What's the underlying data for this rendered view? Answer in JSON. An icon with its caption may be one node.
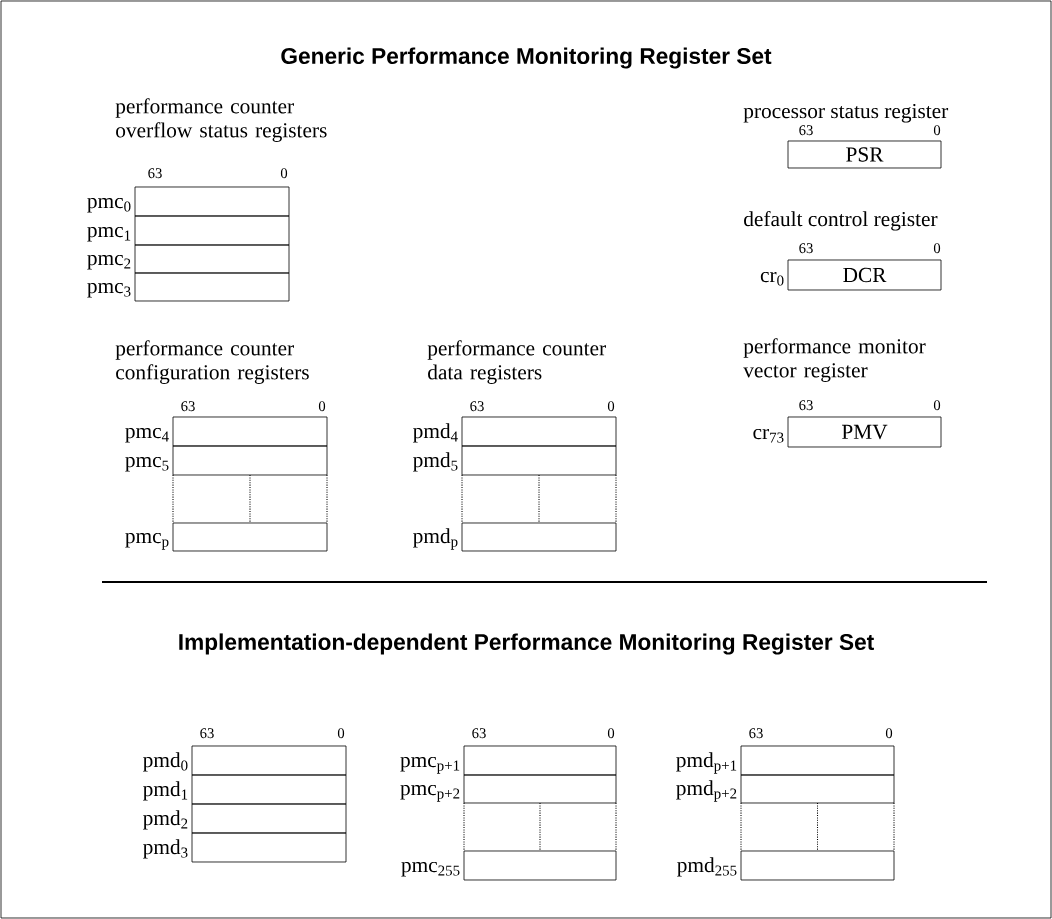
{
  "diagram": {
    "title": "Generic Performance Monitoring Register Set",
    "nodes": [
      {
        "text": [],
        "shape": "box",
        "beside": [
          "pmc$_{0}$"
        ]
      },
      {
        "text": [],
        "shape": "box",
        "beside": [
          "pmc$_{1}$"
        ]
      },
      {
        "text": [],
        "shape": "box",
        "beside": [
          "pmc$_{2}$"
        ]
      },
      {
        "text": [],
        "shape": "box",
        "beside": [
          "pmc$_{3}$"
        ]
      },
      {
        "text": [
          "PSR"
        ]
      },
      {
        "text": [
          "DCR"
        ],
        "beside": [
          "cr$_{0}$"
        ]
      },
      {
        "text": [],
        "shape": "box",
        "beside": [
          "pmc$_{4}$"
        ]
      },
      {
        "text": [],
        "shape": "box",
        "beside": [
          "pmc$_{5}$"
        ]
      },
      {
        "text": [],
        "shape": "box",
        "beside": [
          "pmc$_{p}$"
        ]
      },
      {
        "text": [],
        "shape": "box",
        "beside": [
          "pmd$_{4}$"
        ]
      },
      {
        "text": [],
        "shape": "box",
        "beside": [
          "pmd$_{5}$"
        ]
      },
      {
        "text": [],
        "shape": "box",
        "beside": [
          "pmd$_{p}$"
        ]
      },
      {
        "text": [
          "PMV"
        ],
        "beside": [
          "cr$_{73}$"
        ]
      },
      {
        "text": [],
        "shape": "box",
        "beside": [
          "pmd$_{0}$"
        ]
      },
      {
        "text": [],
        "shape": "box",
        "beside": [
          "pmd$_{1}$"
        ]
      },
      {
        "text": [],
        "shape": "box",
        "beside": [
          "pmd$_{2}$"
        ]
      },
      {
        "text": [],
        "shape": "box",
        "beside": [
          "pmd$_{3}$"
        ]
      },
      {
        "text": [],
        "shape": "box",
        "beside": [
          "pmc$_{p+1}$"
        ]
      },
      {
        "text": [],
        "shape": "box",
        "beside": [
          "pmc$_{p+2}$"
        ]
      },
      {
        "text": [],
        "shape": "box",
        "beside": [
          "pmc$_{255}$"
        ]
      },
      {
        "text": [],
        "shape": "box",
        "beside": [
          "pmd$_{p+1}$"
        ]
      },
      {
        "text": [],
        "shape": "box",
        "beside": [
          "pmd$_{p+2}$"
        ]
      },
      {
        "text": [],
        "shape": "box",
        "beside": [
          "pmd$_{255}$"
        ]
      }
    ],
    "labels": [
      "performance counter overflow status registers",
      "processor status register",
      "63",
      "0",
      "63",
      "0",
      "default control register",
      "63",
      "0",
      "performance counter configuration registers",
      "performance counter data registers",
      "performance monitor vector register",
      "63",
      "0",
      "63",
      "0",
      "63",
      "0",
      "Implementation-dependent Performance Monitoring Register Set",
      "63",
      "0",
      "63",
      "0",
      "63",
      "0"
    ]
  }
}
